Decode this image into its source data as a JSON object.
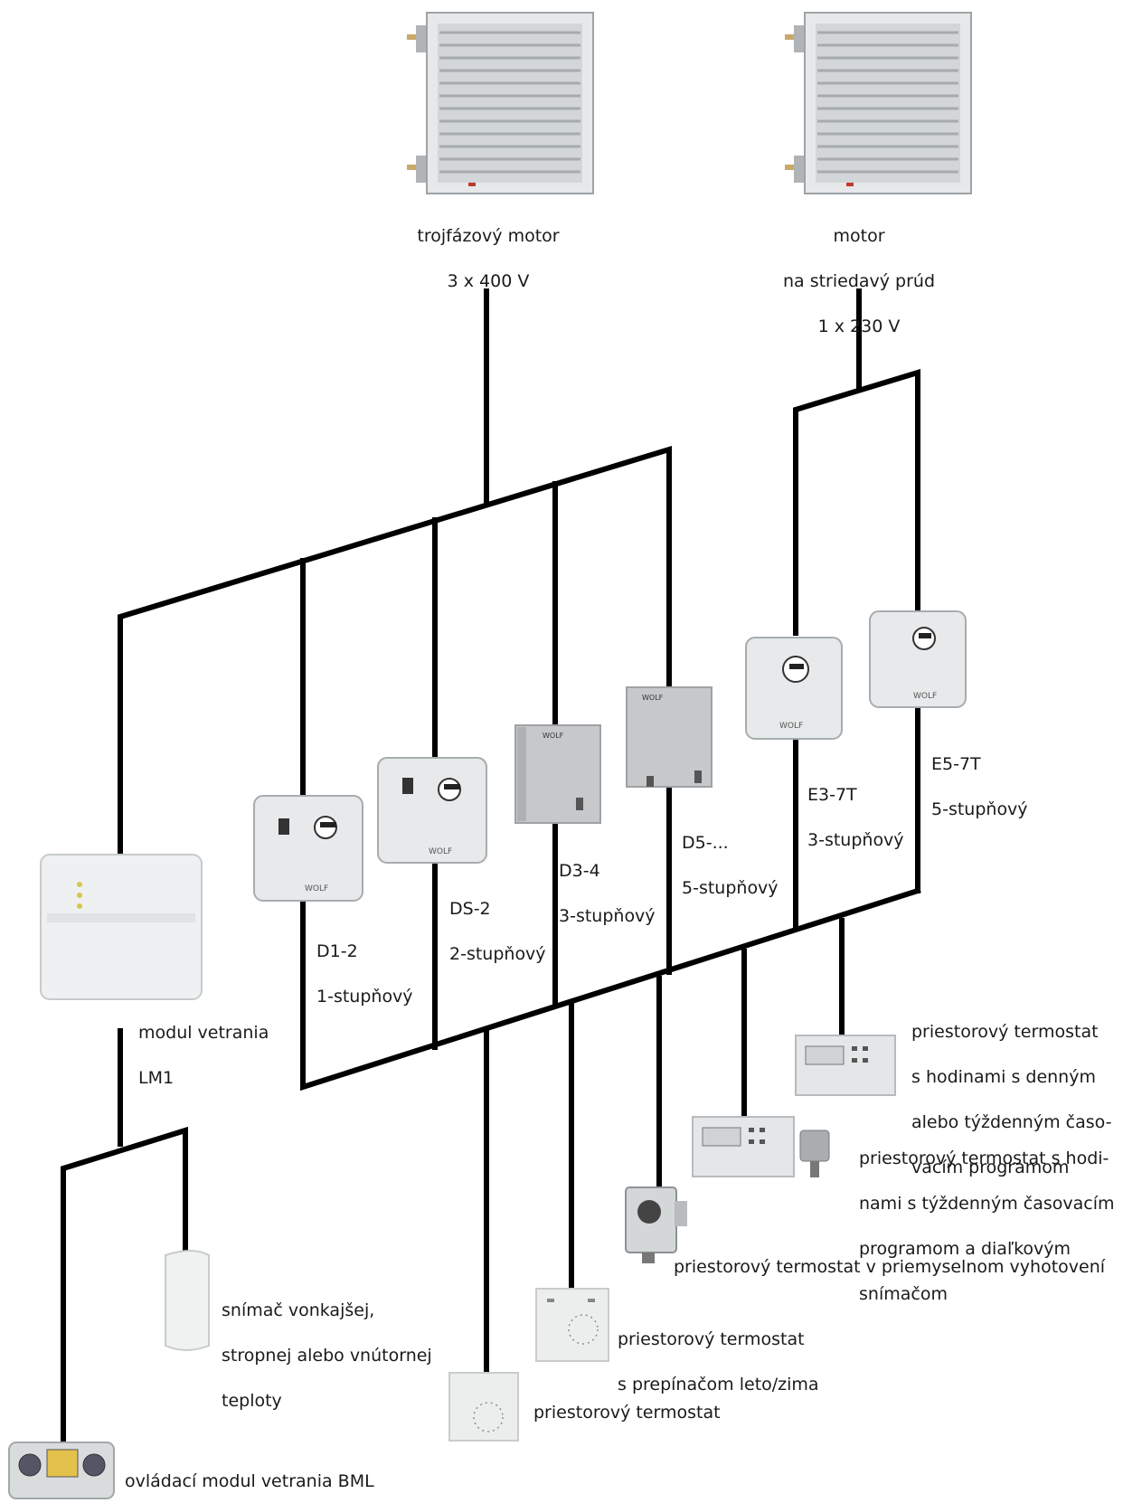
{
  "motors": {
    "three_phase": {
      "line1": "trojfázový motor",
      "line2": "3 x 400 V"
    },
    "single_phase": {
      "line1": "motor",
      "line2": "na striedavý prúd",
      "line3": "1 x 230 V"
    }
  },
  "controllers": {
    "d12": {
      "name": "D1-2",
      "stages": "1-stupňový"
    },
    "ds2": {
      "name": "DS-2",
      "stages": "2-stupňový"
    },
    "d34": {
      "name": "D3-4",
      "stages": "3-stupňový"
    },
    "d5": {
      "name": "D5-...",
      "stages": "5-stupňový"
    },
    "e37t": {
      "name": "E3-7T",
      "stages": "3-stupňový"
    },
    "e57t": {
      "name": "E5-7T",
      "stages": "5-stupňový"
    },
    "lm1": {
      "line1": "modul vetrania",
      "line2": "LM1"
    }
  },
  "accessories": {
    "sensor": {
      "line1": "snímač vonkajšej,",
      "line2": "stropnej alebo vnútornej",
      "line3": "teploty"
    },
    "bml": "ovládací modul vetrania BML",
    "thermostat": "priestorový termostat",
    "thermostat_switch": {
      "line1": "priestorový termostat",
      "line2": "s prepínačom leto/zima"
    },
    "thermostat_industrial": "priestorový termostat v priemyselnom vyhotovení",
    "thermostat_weekly_remote": {
      "line1": "priestorový termostat s hodi-",
      "line2": "nami s týždenným časovacím",
      "line3": "programom a diaľkovým",
      "line4": "snímačom"
    },
    "thermostat_clock": {
      "line1": "priestorový termostat",
      "line2": "s hodinami s denným",
      "line3": "alebo týždenným časo-",
      "line4": "vacím programom"
    }
  },
  "brand": "WOLF"
}
